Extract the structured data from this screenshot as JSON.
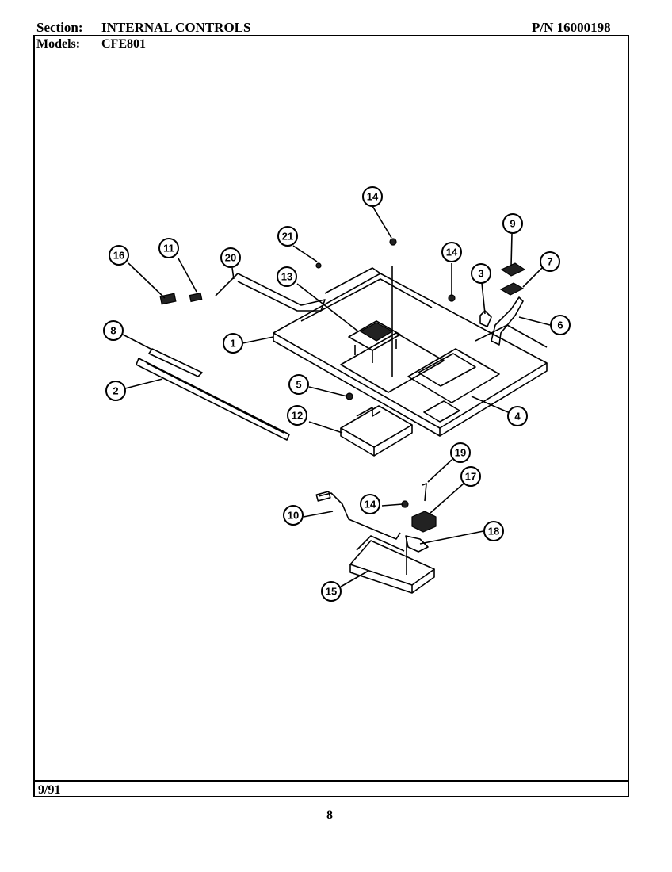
{
  "header": {
    "section_label": "Section:",
    "section_value": "INTERNAL CONTROLS",
    "models_label": "Models:",
    "models_value": "CFE801",
    "part_number": "P/N 16000198"
  },
  "footer": {
    "date": "9/91",
    "page_number": "8"
  },
  "callouts": [
    "1",
    "2",
    "3",
    "4",
    "5",
    "6",
    "7",
    "8",
    "9",
    "10",
    "11",
    "12",
    "13",
    "14",
    "14",
    "14",
    "15",
    "16",
    "17",
    "18",
    "19",
    "20",
    "21"
  ]
}
